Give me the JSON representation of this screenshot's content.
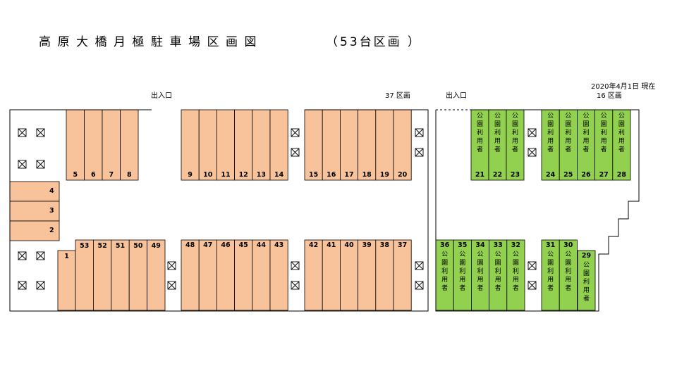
{
  "header": {
    "title": "高原大橋月極駐車場区画図",
    "count": "（53台区画 ）",
    "date": "2020年4月1日 現在"
  },
  "labels": {
    "exit1": "出入口",
    "exit2": "出入口",
    "count1": "37 区画",
    "count2": "16 区画",
    "public_user": "公園利用者"
  },
  "colors": {
    "regular_space": "#f8c39b",
    "public_space": "#92d050",
    "line": "#000000"
  },
  "icons": [
    "x-box-icon"
  ],
  "spaces": {
    "top_left": [
      "5",
      "6",
      "7",
      "8"
    ],
    "top_mid": [
      "9",
      "10",
      "11",
      "12",
      "13",
      "14"
    ],
    "top_right": [
      "15",
      "16",
      "17",
      "18",
      "19",
      "20"
    ],
    "left_side": [
      "4",
      "3",
      "2"
    ],
    "bot_left": [
      "1",
      "53",
      "52",
      "51",
      "50",
      "49"
    ],
    "bot_mid": [
      "48",
      "47",
      "46",
      "45",
      "44",
      "43"
    ],
    "bot_right": [
      "42",
      "41",
      "40",
      "39",
      "38",
      "37"
    ],
    "green_top_a": [
      "21",
      "22",
      "23"
    ],
    "green_top_b": [
      "24",
      "25",
      "26",
      "27",
      "28"
    ],
    "green_bot_a": [
      "36",
      "35",
      "34",
      "33",
      "32"
    ],
    "green_bot_b": [
      "31",
      "30"
    ],
    "green_bot_c": [
      "29"
    ]
  }
}
